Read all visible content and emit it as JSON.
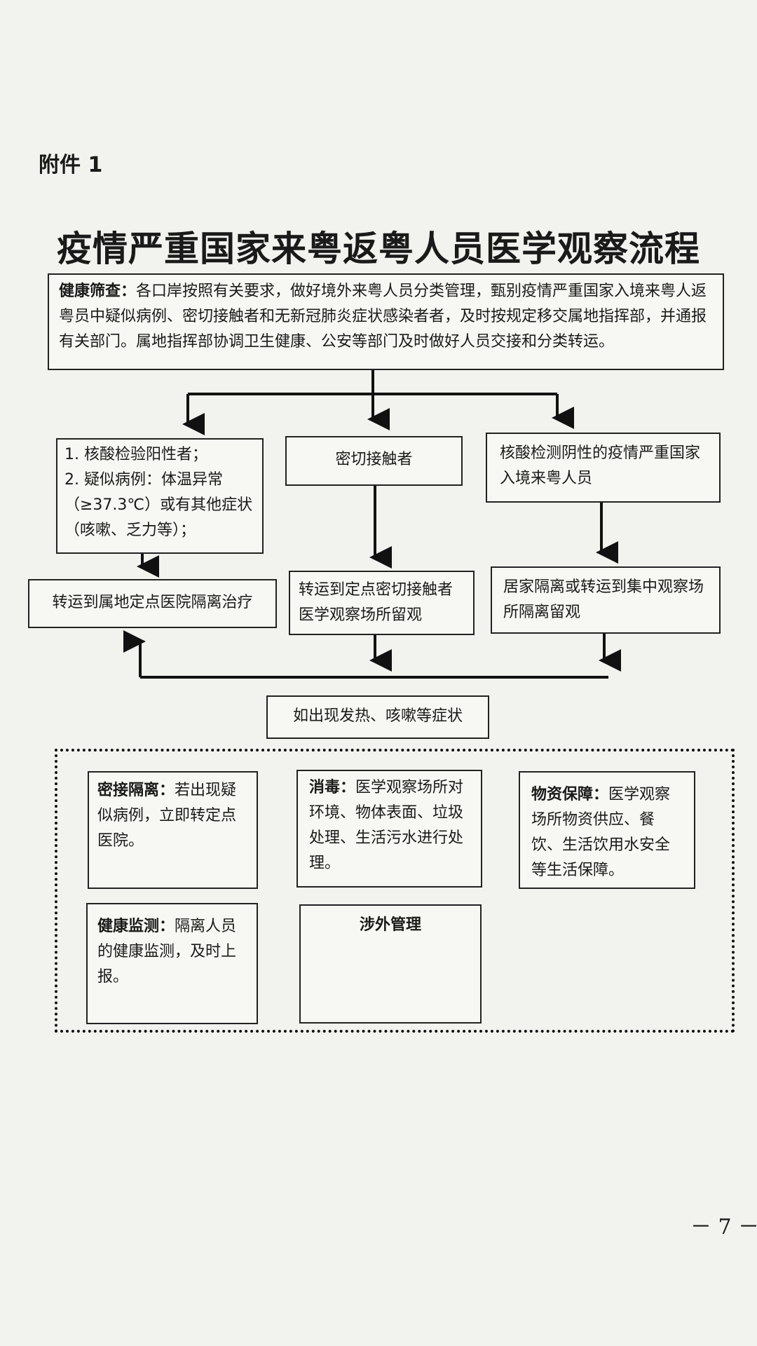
{
  "annex": "附件 1",
  "title": "疫情严重国家来粤返粤人员医学观察流程图",
  "screening": {
    "label": "健康筛查：",
    "text": "各口岸按照有关要求，做好境外来粤人员分类管理，甄别疫情严重国家入境来粤人返粤员中疑似病例、密切接触者和无新冠肺炎症状感染者者，及时按规定移交属地指挥部，并通报有关部门。属地指挥部协调卫生健康、公安等部门及时做好人员交接和分类转运。"
  },
  "branches": {
    "left_line1": "1. 核酸检验阳性者；",
    "left_line2": "2. 疑似病例：体温异常（≥37.3℃）或有其他症状（咳嗽、乏力等）；",
    "middle": "密切接触者",
    "right": "核酸检测阴性的疫情严重国家入境来粤人员"
  },
  "outcomes": {
    "left": "转运到属地定点医院隔离治疗",
    "middle": "转运到定点密切接触者医学观察场所留观",
    "right": "居家隔离或转运到集中观察场所隔离留观"
  },
  "symptom_box": "如出现发热、咳嗽等症状",
  "measures": {
    "close_contact": {
      "label": "密接隔离：",
      "text": "若出现疑似病例，立即转定点医院。"
    },
    "disinfection": {
      "label": "消毒：",
      "text": "医学观察场所对环境、物体表面、垃圾处理、生活污水进行处理。"
    },
    "supplies": {
      "label": "物资保障：",
      "text": "医学观察场所物资供应、餐饮、生活饮用水安全等生活保障。"
    },
    "health_monitoring": {
      "label": "健康监测：",
      "text": "隔离人员的健康监测，及时上报。"
    },
    "foreign_affairs": {
      "label": "涉外管理"
    }
  },
  "page_number": "－ 7 －"
}
